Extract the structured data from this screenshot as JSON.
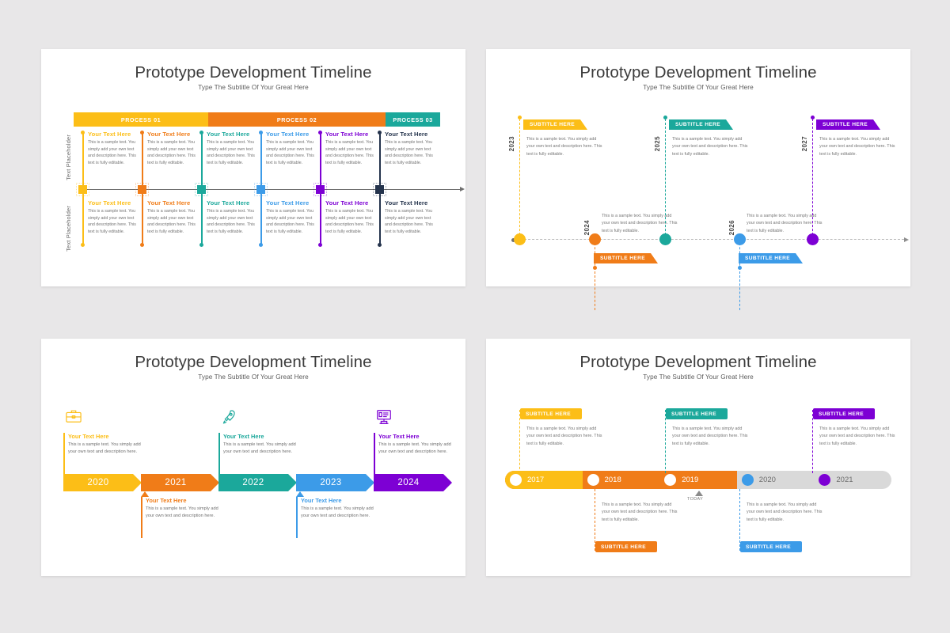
{
  "palette": {
    "amber": "#FCBE17",
    "orange": "#F07C18",
    "teal": "#1BA89B",
    "blue": "#3C9BE8",
    "purple": "#7D00D4",
    "navy": "#24334C",
    "gray": "#D9D9D9",
    "background": "#E8E7E8",
    "slide": "#FFFFFF",
    "text_dark": "#3B3B3B",
    "text_body": "#737373"
  },
  "common": {
    "title": "Prototype Development Timeline",
    "subtitle": "Type The Subtitle Of Your Great Here",
    "heading": "Your Text Here",
    "body_short": "This is a sample text. You simply add your own text and description here.",
    "body_long": "This is a sample text. You simply add your own text and description here. This text is fully editable.",
    "ribbon_label": "SUBTITLE HERE"
  },
  "slide1": {
    "name": "process-timeline-slide",
    "vertical_label_top": "Text Placeholder",
    "vertical_label_bottom": "Text Placeholder",
    "processes": [
      {
        "label": "PROCESS 01",
        "color": "#FCBE17"
      },
      {
        "label": "PROCESS 02",
        "color": "#F07C18"
      },
      {
        "label": "PROCESS 03",
        "color": "#1BA89B"
      }
    ],
    "columns": [
      {
        "color": "#FCBE17",
        "heading": "Your Text Here",
        "top_body": "This is a sample text. You simply add your own text and description here. This text is fully editable.",
        "bottom_heading": "Your Text Here",
        "bottom_body": "This is a sample text. You simply add your own text and description here. This text is fully editable."
      },
      {
        "color": "#F07C18",
        "heading": "Your Text Here",
        "top_body": "This is a sample text. You simply add your own text and description here. This text is fully editable.",
        "bottom_heading": "Your Text Here",
        "bottom_body": "This is a sample text. You simply add your own text and description here. This text is fully editable."
      },
      {
        "color": "#1BA89B",
        "heading": "Your Text Here",
        "top_body": "This is a sample text. You simply add your own text and description here. This text is fully editable.",
        "bottom_heading": "Your Text Here",
        "bottom_body": "This is a sample text. You simply add your own text and description here. This text is fully editable."
      },
      {
        "color": "#3C9BE8",
        "heading": "Your Text Here",
        "top_body": "This is a sample text. You simply add your own text and description here. This text is fully editable.",
        "bottom_heading": "Your Text Here",
        "bottom_body": "This is a sample text. You simply add your own text and description here. This text is fully editable."
      },
      {
        "color": "#7D00D4",
        "heading": "Your Text Here",
        "top_body": "This is a sample text. You simply add your own text and description here. This text is fully editable.",
        "bottom_heading": "Your Text Here",
        "bottom_body": "This is a sample text. You simply add your own text and description here. This text is fully editable."
      },
      {
        "color": "#24334C",
        "heading": "Your Text Here",
        "top_body": "This is a sample text. You simply add your own text and description here. This text is fully editable.",
        "bottom_heading": "Your Text Here",
        "bottom_body": "This is a sample text. You simply add your own text and description here. This text is fully editable."
      }
    ]
  },
  "slide2": {
    "name": "year-milestone-slide",
    "milestones": [
      {
        "year": "2023",
        "color": "#FCBE17",
        "position": "above",
        "ribbon": "SUBTITLE HERE",
        "body": "This is a sample text. You simply add your own text and description here. This text is fully editable."
      },
      {
        "year": "2024",
        "color": "#F07C18",
        "position": "below",
        "ribbon": "SUBTITLE HERE",
        "body": "This is a sample text. You simply add your own text and description here. This text is fully editable."
      },
      {
        "year": "2025",
        "color": "#1BA89B",
        "position": "above",
        "ribbon": "SUBTITLE HERE",
        "body": "This is a sample text. You simply add your own text and description here. This text is fully editable."
      },
      {
        "year": "2026",
        "color": "#3C9BE8",
        "position": "below",
        "ribbon": "SUBTITLE HERE",
        "body": "This is a sample text. You simply add your own text and description here. This text is fully editable."
      },
      {
        "year": "2027",
        "color": "#7D00D4",
        "position": "above",
        "ribbon": "SUBTITLE HERE",
        "body": "This is a sample text. You simply add your own text and description here. This text is fully editable."
      }
    ]
  },
  "slide3": {
    "name": "year-arrow-slide",
    "steps": [
      {
        "year": "2020",
        "color": "#FCBE17",
        "position": "above",
        "icon": "briefcase-icon",
        "heading": "Your Text Here",
        "body": "This is a sample text. You simply add your own text and description here."
      },
      {
        "year": "2021",
        "color": "#F07C18",
        "position": "below",
        "icon": "",
        "heading": "Your Text Here",
        "body": "This is a sample text. You simply add your own text and description here."
      },
      {
        "year": "2022",
        "color": "#1BA89B",
        "position": "above",
        "icon": "rocket-icon",
        "heading": "Your Text Here",
        "body": "This is a sample text. You simply add your own text and description here."
      },
      {
        "year": "2023",
        "color": "#3C9BE8",
        "position": "below",
        "icon": "",
        "heading": "Your Text Here",
        "body": "This is a sample text. You simply add your own text and description here."
      },
      {
        "year": "2024",
        "color": "#7D00D4",
        "position": "above",
        "icon": "presentation-board-icon",
        "heading": "Your Text Here",
        "body": "This is a sample text. You simply add your own text and description here."
      }
    ]
  },
  "slide4": {
    "name": "progress-pill-timeline-slide",
    "today_label": "TODAY",
    "segments": [
      {
        "year": "2017",
        "color": "#FCBE17",
        "dot": "#FFFFFF"
      },
      {
        "year": "2018",
        "color": "#F07C18",
        "dot": "#FFFFFF"
      },
      {
        "year": "2019",
        "color": "#F07C18",
        "dot": "#FFFFFF"
      },
      {
        "year": "2020",
        "color": "#D9D9D9",
        "dot": "#3C9BE8"
      },
      {
        "year": "2021",
        "color": "#D9D9D9",
        "dot": "#7D00D4"
      }
    ],
    "callouts": [
      {
        "color": "#FCBE17",
        "position": "above",
        "ribbon": "SUBTITLE HERE",
        "body": "This is a sample text. You simply add your own text and description here. This text is fully editable."
      },
      {
        "color": "#F07C18",
        "position": "below",
        "ribbon": "SUBTITLE HERE",
        "body": "This is a sample text. You simply add your own text and description here. This text is fully editable."
      },
      {
        "color": "#1BA89B",
        "position": "above",
        "ribbon": "SUBTITLE HERE",
        "body": "This is a sample text. You simply add your own text and description here. This text is fully editable."
      },
      {
        "color": "#3C9BE8",
        "position": "below",
        "ribbon": "SUBTITLE HERE",
        "body": "This is a sample text. You simply add your own text and description here. This text is fully editable."
      },
      {
        "color": "#7D00D4",
        "position": "above",
        "ribbon": "SUBTITLE HERE",
        "body": "This is a sample text. You simply add your own text and description here. This text is fully editable."
      }
    ]
  }
}
